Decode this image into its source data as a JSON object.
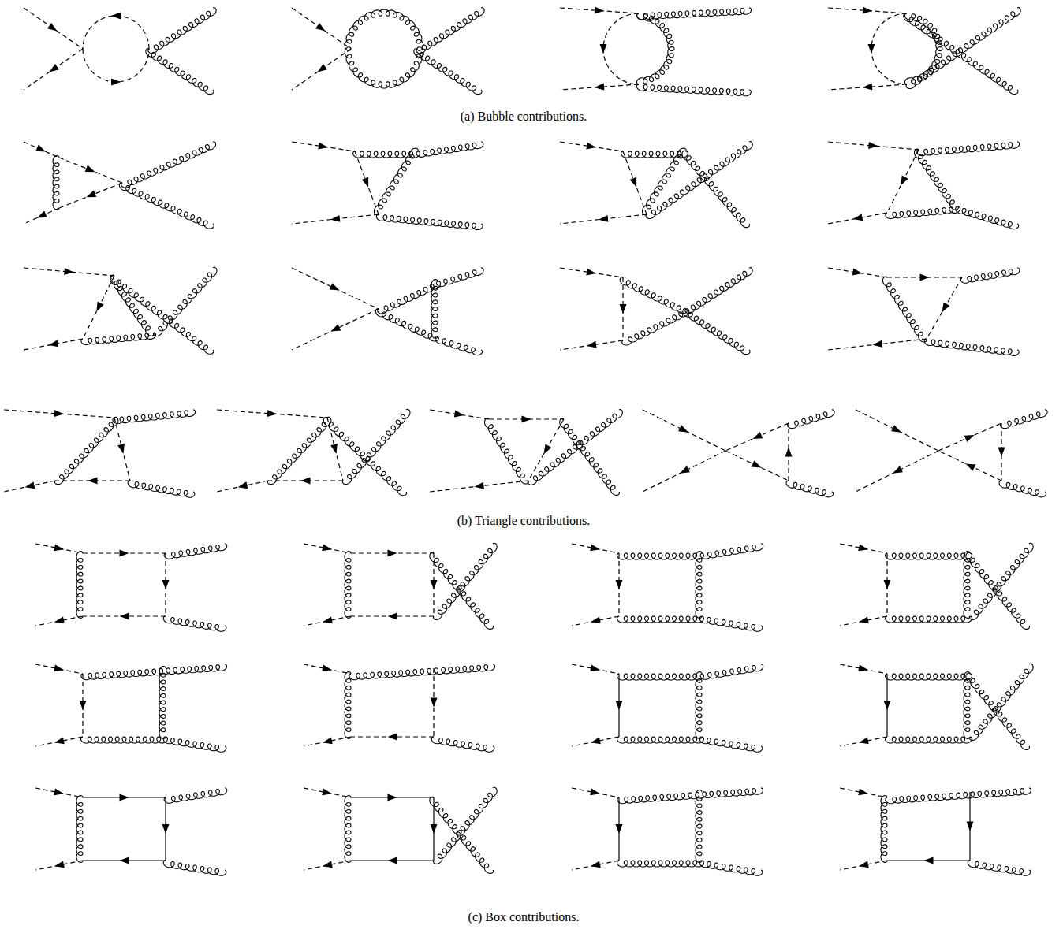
{
  "diagram": {
    "labels": [
      "(a) Bubble contributions.",
      "(b) Triangle contributions.",
      "(c) Box contributions."
    ]
  }
}
